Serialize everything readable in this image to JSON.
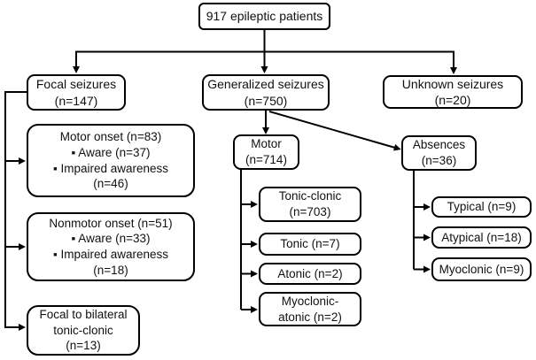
{
  "nodes": {
    "root": {
      "lines": [
        "917 epileptic patients"
      ]
    },
    "focal": {
      "lines": [
        "Focal seizures",
        "(n=147)"
      ]
    },
    "generalized": {
      "lines": [
        "Generalized seizures",
        "(n=750)"
      ]
    },
    "unknown": {
      "lines": [
        "Unknown seizures",
        "(n=20)"
      ]
    },
    "motor_onset": {
      "lines": [
        "Motor onset (n=83)",
        "▪ Aware (n=37)",
        "▪ Impaired awareness",
        "(n=46)"
      ]
    },
    "nonmotor_onset": {
      "lines": [
        "Nonmotor onset (n=51)",
        "▪ Aware (n=33)",
        "▪ Impaired awareness",
        "(n=18)"
      ]
    },
    "focal_bilateral": {
      "lines": [
        "Focal to bilateral",
        "tonic-clonic",
        "(n=13)"
      ]
    },
    "motor": {
      "lines": [
        "Motor",
        "(n=714)"
      ]
    },
    "absences": {
      "lines": [
        "Absences",
        "(n=36)"
      ]
    },
    "tonic_clonic": {
      "lines": [
        "Tonic-clonic",
        "(n=703)"
      ]
    },
    "tonic": {
      "lines": [
        "Tonic (n=7)"
      ]
    },
    "atonic": {
      "lines": [
        "Atonic (n=2)"
      ]
    },
    "myoclonic_atonic": {
      "lines": [
        "Myoclonic-",
        "atonic (n=2)"
      ]
    },
    "typical": {
      "lines": [
        "Typical (n=9)"
      ]
    },
    "atypical": {
      "lines": [
        "Atypical (n=18)"
      ]
    },
    "myoclonic": {
      "lines": [
        "Myoclonic (n=9)"
      ]
    }
  },
  "colors": {
    "line": "#000000",
    "border": "#000000",
    "text": "#111111",
    "background": "#ffffff"
  }
}
